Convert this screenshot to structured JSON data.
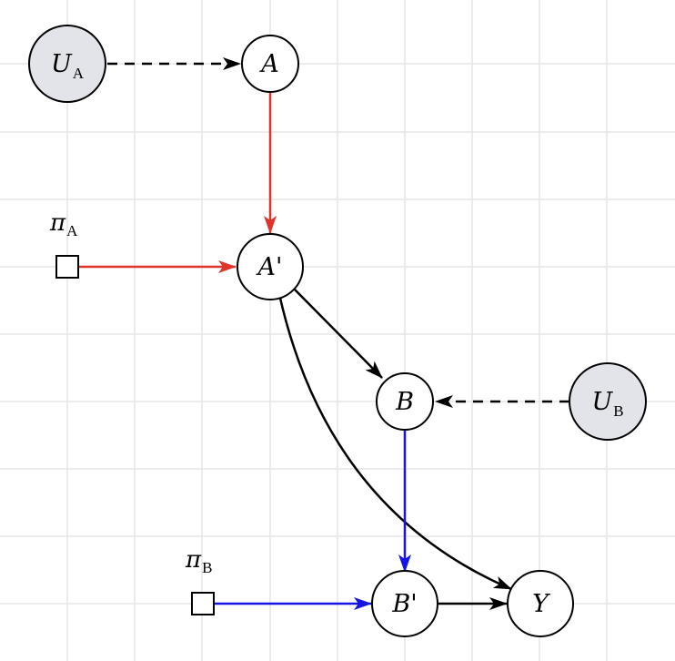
{
  "colors": {
    "background": "#ffffff",
    "grid": "#e6e6e6",
    "exogenous_fill": "#e3e3ea",
    "node_fill": "#ffffff",
    "stroke": "#000000",
    "red_edge": "#e0342a",
    "blue_edge": "#1414e6",
    "black_edge": "#000000"
  },
  "nodes": {
    "UA": {
      "main": "U",
      "sub": "A"
    },
    "A": {
      "main": "A"
    },
    "Ap": {
      "main": "A'"
    },
    "B": {
      "main": "B"
    },
    "UB": {
      "main": "U",
      "sub": "B"
    },
    "Bp": {
      "main": "B'"
    },
    "Y": {
      "main": "Y"
    }
  },
  "policies": {
    "piA": {
      "main": "π",
      "sub": "A"
    },
    "piB": {
      "main": "π",
      "sub": "B"
    }
  },
  "edges": [
    {
      "from": "UA",
      "to": "A",
      "style": "dashed",
      "color": "black"
    },
    {
      "from": "A",
      "to": "A'",
      "style": "solid",
      "color": "red"
    },
    {
      "from": "πA",
      "to": "A'",
      "style": "solid",
      "color": "red"
    },
    {
      "from": "A'",
      "to": "B",
      "style": "solid",
      "color": "black"
    },
    {
      "from": "A'",
      "to": "Y",
      "style": "curved",
      "color": "black"
    },
    {
      "from": "UB",
      "to": "B",
      "style": "dashed",
      "color": "black"
    },
    {
      "from": "B",
      "to": "B'",
      "style": "solid",
      "color": "blue"
    },
    {
      "from": "πB",
      "to": "B'",
      "style": "solid",
      "color": "blue"
    },
    {
      "from": "B'",
      "to": "Y",
      "style": "solid",
      "color": "black"
    }
  ]
}
